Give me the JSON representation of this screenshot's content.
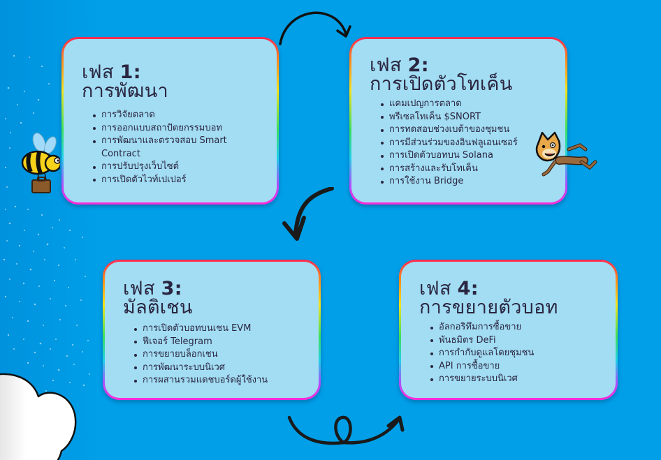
{
  "diagram": {
    "background_color": "#009fe8",
    "box_fill_color": "#a2ddf3",
    "text_color": "#2a2540",
    "border_gradient": [
      "#ff2a55",
      "#ff8a1a",
      "#f5e21a",
      "#3de05a",
      "#1fd0e8",
      "#b04dff",
      "#ff2ad8"
    ],
    "flow": [
      "phase1",
      "phase2",
      "phase3",
      "phase4"
    ]
  },
  "phases": [
    {
      "label": "เฟส",
      "number": "1:",
      "title": "การพัฒนา",
      "items": [
        "การวิจัยตลาด",
        "การออกแบบสถาปัตยกรรมบอท",
        "การพัฒนาและตรวจสอบ Smart Contract",
        "การปรับปรุงเว็บไซต์",
        "การเปิดตัวไวท์เปเปอร์"
      ]
    },
    {
      "label": "เฟส",
      "number": "2:",
      "title": "การเปิดตัวโทเค็น",
      "items": [
        "แคมเปญการตลาด",
        "พรีเซลโทเค็น $SNORT",
        "การทดสอบช่วงเบต้าของชุมชน",
        "การมีส่วนร่วมของอินฟลูเอนเซอร์",
        "การเปิดตัวบอทบน Solana",
        "การสร้างและรับโทเค็น",
        "การใช้งาน Bridge"
      ]
    },
    {
      "label": "เฟส",
      "number": "3:",
      "title": "มัลติเชน",
      "items": [
        "การเปิดตัวบอทบนเชน EVM",
        "ฟีเจอร์ Telegram",
        "การขยายบล็อกเชน",
        "การพัฒนาระบบนิเวศ",
        "การผสานรวมแดชบอร์ดผู้ใช้งาน"
      ]
    },
    {
      "label": "เฟส",
      "number": "4:",
      "title": "การขยายตัวบอท",
      "items": [
        "อัลกอริทึมการซื้อขาย",
        "พันธมิตร DeFi",
        "การกำกับดูแลโดยชุมชน",
        "API การซื้อขาย",
        "การขยายระบบนิเวศ"
      ]
    }
  ],
  "decorations": {
    "icons": [
      "arrow-curved-right-icon",
      "arrow-curved-down-icon",
      "arrow-loop-right-icon",
      "bee-with-briefcase-icon",
      "doge-ant-icon",
      "cloud-icon"
    ]
  }
}
